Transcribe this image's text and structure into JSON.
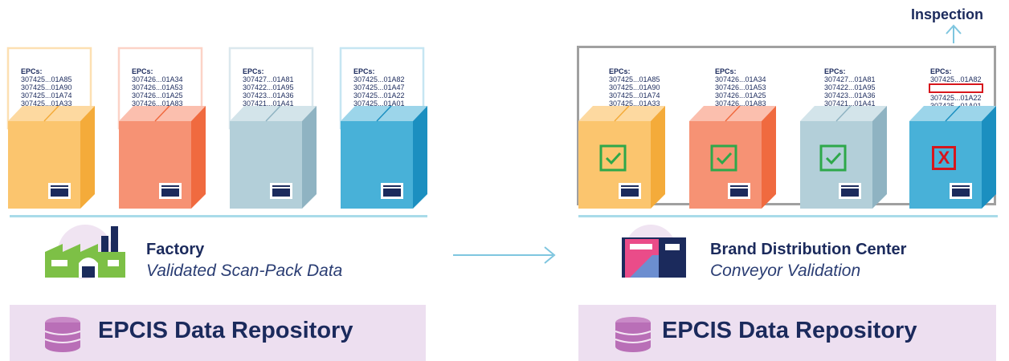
{
  "inspection_label": "Inspection",
  "factory": {
    "title": "Factory",
    "subtitle": "Validated Scan-Pack Data",
    "repository": "EPCIS Data Repository",
    "boxes": [
      {
        "label": "EPCs:",
        "epcs": [
          "307425...01A85",
          "307425...01A90",
          "307425...01A74",
          "307425...01A33"
        ],
        "color": "#fbc56e"
      },
      {
        "label": "EPCs:",
        "epcs": [
          "307426...01A34",
          "307426...01A53",
          "307426...01A25",
          "307426...01A83"
        ],
        "color": "#f69274"
      },
      {
        "label": "EPCs:",
        "epcs": [
          "307427...01A81",
          "307422...01A95",
          "307423...01A36",
          "307421...01A41"
        ],
        "color": "#b3cfd9"
      },
      {
        "label": "EPCs:",
        "epcs": [
          "307425...01A82",
          "307425...01A47",
          "307425...01A22",
          "307425...01A01"
        ],
        "color": "#48b1d8"
      }
    ]
  },
  "distribution": {
    "title": "Brand Distribution Center",
    "subtitle": "Conveyor Validation",
    "repository": "EPCIS Data Repository",
    "boxes": [
      {
        "label": "EPCs:",
        "epcs": [
          "307425...01A85",
          "307425...01A90",
          "307425...01A74",
          "307425...01A33"
        ],
        "color": "#fbc56e",
        "status": "pass"
      },
      {
        "label": "EPCs:",
        "epcs": [
          "307426...01A34",
          "307426...01A53",
          "307426...01A25",
          "307426...01A83"
        ],
        "color": "#f69274",
        "status": "pass"
      },
      {
        "label": "EPCs:",
        "epcs": [
          "307427...01A81",
          "307422...01A95",
          "307423...01A36",
          "307421...01A41"
        ],
        "color": "#b3cfd9",
        "status": "pass"
      },
      {
        "label": "EPCs:",
        "epcs": [
          "307425...01A82",
          "",
          "307425...01A22",
          "307425...01A01"
        ],
        "color": "#48b1d8",
        "status": "fail",
        "fail_mark": "X"
      }
    ]
  },
  "colors": {
    "navy": "#1b2a5c",
    "rule": "#a9dbe9",
    "arrow": "#7fc6df",
    "repo_bg": "#eddff0",
    "check": "#2ea84a",
    "fail": "#d7161c"
  },
  "icons": {
    "factory": "factory-icon",
    "warehouse": "warehouse-icon",
    "database": "database-icon",
    "barcode": "barcode-icon",
    "check": "checkmark-icon",
    "fail": "x-mark-icon"
  }
}
